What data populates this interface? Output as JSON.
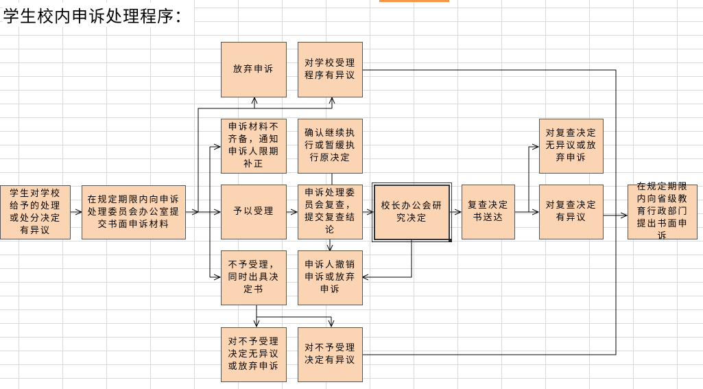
{
  "title": "学生校内申诉处理程序：",
  "boxes": {
    "b1": "学生对学校给予的处理或处分决定有异议",
    "b2": "在规定期限内向申诉处理委员会办公室提交书面申诉材料",
    "b3": "放弃申诉",
    "b4": "对学校受理程序有异议",
    "b5": "申诉材料不齐备，通知申诉人限期补正",
    "b6": "确认继续执行或暂缓执行原决定",
    "b7": "予以受理",
    "b8": "申诉处理委员会复查，提交复查结论",
    "b9": "校长办公会研究决定",
    "b10": "复查决定书送达",
    "b11": "对复查决定无异议或放弃申诉",
    "b12": "对复查决定有异议",
    "b13": "在规定期限内向省级教育行政部门提出书面申诉",
    "b14": "不予受理，同时出具决定书",
    "b15": "申诉人撤销申诉或放弃申诉",
    "b16": "对不予受理决定无异议或放弃申诉",
    "b17": "对不予受理决定有异议"
  }
}
